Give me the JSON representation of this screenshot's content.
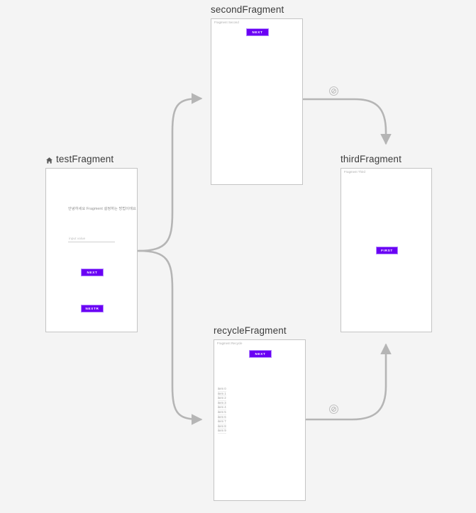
{
  "canvas": {
    "background": "#f4f4f4",
    "accent_purple": "#6a00f4",
    "edge_color": "#b5b5b5",
    "node_border": "#c4c4c4"
  },
  "nodes": [
    {
      "id": "testFragment",
      "title": "testFragment",
      "is_start": true,
      "start_icon": "home-icon",
      "preview_label": "",
      "body_text": "안녕하세요 Fragment 설정하는 방법이에요",
      "input": {
        "placeholder": "input value",
        "value": ""
      },
      "buttons": [
        {
          "label": "NEXT"
        },
        {
          "label": "NEXTR"
        }
      ],
      "list_items": []
    },
    {
      "id": "secondFragment",
      "title": "secondFragment",
      "is_start": false,
      "preview_label": "Fragment Second",
      "body_text": "",
      "buttons": [
        {
          "label": "NEXT"
        }
      ],
      "list_items": []
    },
    {
      "id": "thirdFragment",
      "title": "thirdFragment",
      "is_start": false,
      "preview_label": "Fragment Third",
      "body_text": "",
      "buttons": [
        {
          "label": "FIRST"
        }
      ],
      "list_items": []
    },
    {
      "id": "recycleFragment",
      "title": "recycleFragment",
      "is_start": false,
      "preview_label": "Fragment Recycle",
      "body_text": "",
      "buttons": [
        {
          "label": "NEXT"
        }
      ],
      "list_items": [
        "item 0",
        "item 1",
        "item 2",
        "item 3",
        "item 4",
        "item 5",
        "item 6",
        "item 7",
        "item 8",
        "item 9"
      ]
    }
  ],
  "edges": [
    {
      "id": "test-to-second",
      "from": "testFragment",
      "to": "secondFragment",
      "badge": null
    },
    {
      "id": "test-to-recycle",
      "from": "testFragment",
      "to": "recycleFragment",
      "badge": null
    },
    {
      "id": "second-to-third",
      "from": "secondFragment",
      "to": "thirdFragment",
      "badge": "action-icon"
    },
    {
      "id": "recycle-to-third",
      "from": "recycleFragment",
      "to": "thirdFragment",
      "badge": "action-icon"
    }
  ]
}
